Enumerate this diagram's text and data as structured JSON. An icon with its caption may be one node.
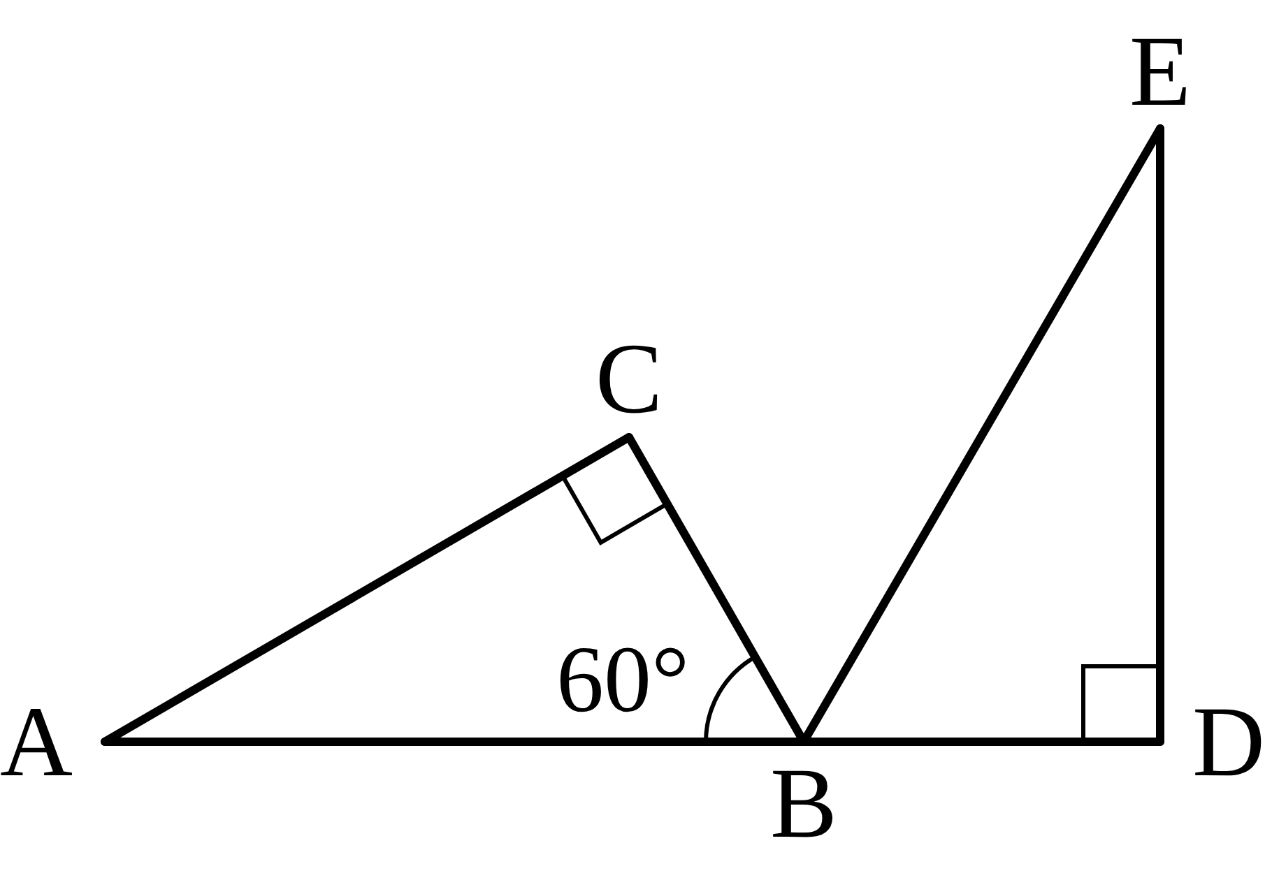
{
  "diagram": {
    "nodes": [
      {
        "text": [
          "A"
        ]
      },
      {
        "text": [
          "B"
        ]
      },
      {
        "text": [
          "C"
        ]
      },
      {
        "text": [
          "D"
        ]
      },
      {
        "text": [
          "E"
        ]
      }
    ],
    "edges": [
      {
        "from": 0,
        "to": 2,
        "arrow": "none"
      },
      {
        "from": 2,
        "to": 1,
        "arrow": "none"
      },
      {
        "from": 0,
        "to": 1,
        "arrow": "none"
      },
      {
        "from": 1,
        "to": 3,
        "arrow": "none"
      },
      {
        "from": 1,
        "to": 4,
        "arrow": "none"
      },
      {
        "from": 4,
        "to": 3,
        "arrow": "none"
      }
    ],
    "labels": [
      "60°"
    ]
  }
}
